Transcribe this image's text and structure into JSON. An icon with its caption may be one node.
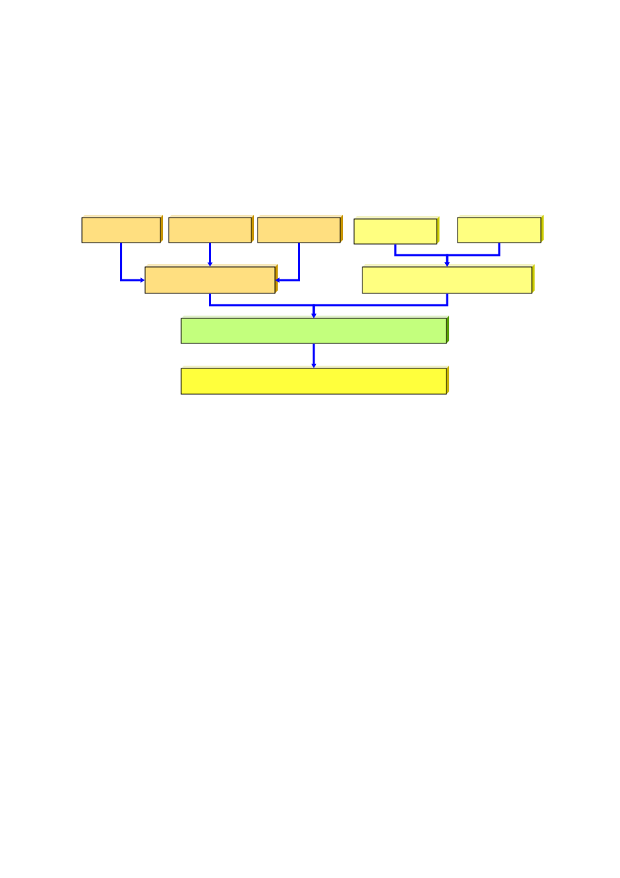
{
  "diagram": {
    "nodes": [
      {
        "text": [],
        "shape": "box"
      },
      {
        "text": [],
        "shape": "box"
      },
      {
        "text": [],
        "shape": "box"
      },
      {
        "text": [],
        "shape": "box"
      },
      {
        "text": [],
        "shape": "box"
      },
      {
        "text": [],
        "shape": "box"
      },
      {
        "text": [],
        "shape": "box"
      },
      {
        "text": [],
        "shape": "box"
      },
      {
        "text": [],
        "shape": "box"
      }
    ],
    "edges": [
      {
        "from": 0,
        "to": 5,
        "arrow": "to"
      },
      {
        "from": 1,
        "to": 5,
        "arrow": "to"
      },
      {
        "from": 2,
        "to": 5,
        "arrow": "to"
      },
      {
        "from": 3,
        "to": 6,
        "arrow": "to"
      },
      {
        "from": 4,
        "to": 6,
        "arrow": "to"
      },
      {
        "from": 5,
        "to": 7,
        "arrow": "to"
      },
      {
        "from": 6,
        "to": 7,
        "arrow": "to"
      },
      {
        "from": 7,
        "to": 8,
        "arrow": "to"
      }
    ]
  }
}
